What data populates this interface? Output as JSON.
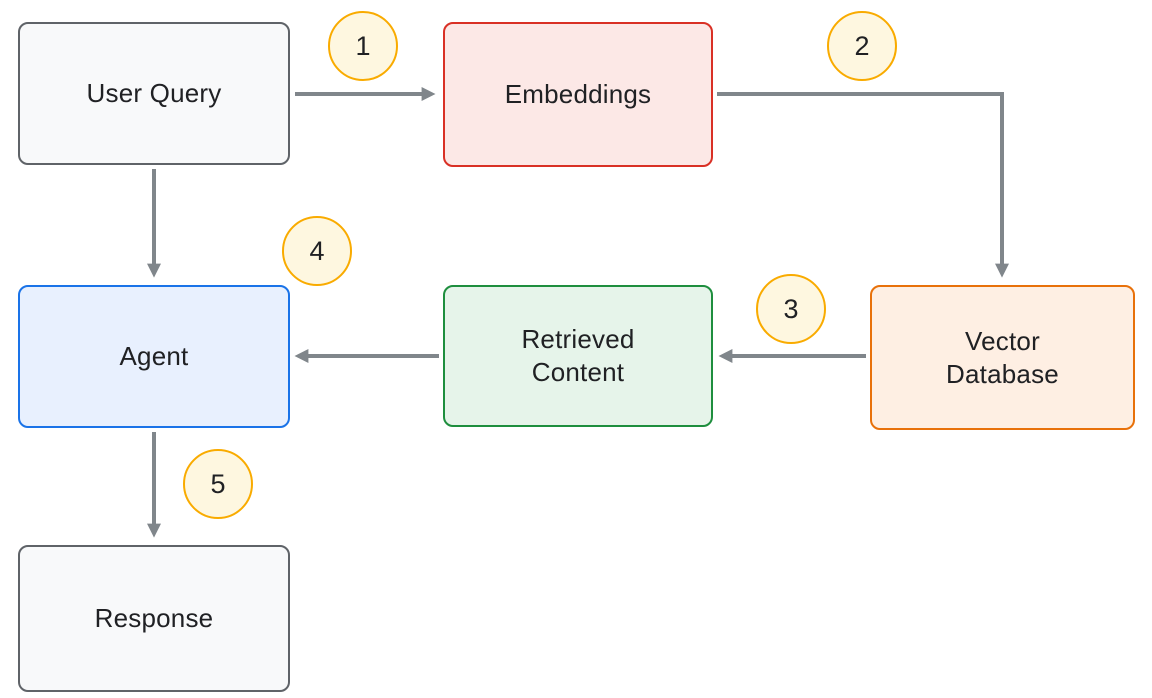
{
  "diagram": {
    "nodes": {
      "user_query": {
        "label": "User Query",
        "fill": "#f8f9fa",
        "border": "#5f6368"
      },
      "embeddings": {
        "label": "Embeddings",
        "fill": "#fce8e6",
        "border": "#d93025"
      },
      "vector_database": {
        "label": "Vector Database",
        "fill": "#feefe3",
        "border": "#e8710a"
      },
      "retrieved_content": {
        "label": "Retrieved Content",
        "fill": "#e6f4ea",
        "border": "#1e8e3e"
      },
      "agent": {
        "label": "Agent",
        "fill": "#e8f0fe",
        "border": "#1a73e8"
      },
      "response": {
        "label": "Response",
        "fill": "#f8f9fa",
        "border": "#5f6368"
      }
    },
    "steps": {
      "s1": "1",
      "s2": "2",
      "s3": "3",
      "s4": "4",
      "s5": "5"
    },
    "edges": [
      {
        "from": "User Query",
        "to": "Embeddings",
        "step": "1"
      },
      {
        "from": "Embeddings",
        "to": "Vector Database",
        "step": "2"
      },
      {
        "from": "Vector Database",
        "to": "Retrieved Content",
        "step": "3"
      },
      {
        "from": "Retrieved Content",
        "to": "Agent",
        "step": "4"
      },
      {
        "from": "User Query",
        "to": "Agent",
        "step": ""
      },
      {
        "from": "Agent",
        "to": "Response",
        "step": "5"
      }
    ],
    "colors": {
      "arrow": "#80868b",
      "badge_fill": "#fef7e0",
      "badge_border": "#f9ab00",
      "text": "#202124",
      "background": "#ffffff"
    }
  }
}
